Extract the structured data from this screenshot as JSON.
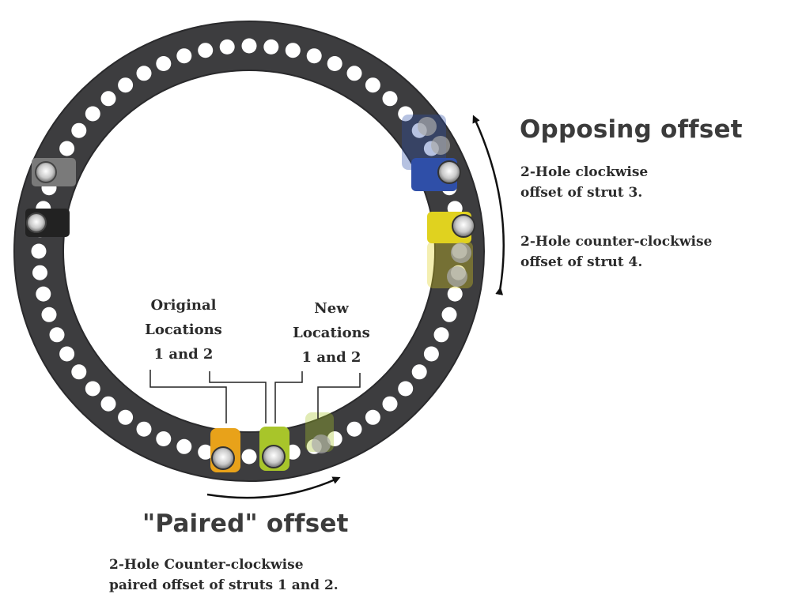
{
  "opposing": {
    "title": "Opposing offset",
    "note_1_line_1": "2-Hole clockwise",
    "note_1_line_2": "offset of strut 3.",
    "note_2_line_1": "2-Hole counter-clockwise",
    "note_2_line_2": "offset of strut 4."
  },
  "paired": {
    "title": "\"Paired\" offset",
    "note_line_1": "2-Hole Counter-clockwise",
    "note_line_2": "paired offset of struts 1 and 2."
  },
  "original_locations": {
    "line_1": "Original",
    "line_2": "Locations",
    "line_3": "1 and 2"
  },
  "new_locations": {
    "line_1": "New",
    "line_2": "Locations",
    "line_3": "1 and 2"
  },
  "colors": {
    "ring": "#3d3d3f",
    "hole": "#ffffff",
    "strut_blue": "#2f4fa8",
    "strut_yellow": "#e0d21f",
    "strut_orange": "#e8a21a",
    "strut_green": "#a8c52a",
    "arrow": "#111111",
    "text": "#2b2b2b"
  }
}
